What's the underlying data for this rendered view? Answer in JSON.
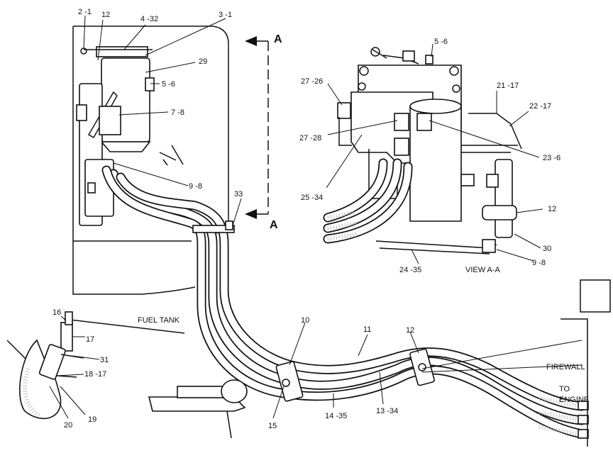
{
  "diagram": {
    "callouts": {
      "c_2_1": "2 -1",
      "c_12_top": "12",
      "c_4_32": "4 -32",
      "c_3_1": "3 -1",
      "c_29": "29",
      "c_5_6_left": "5 -6",
      "c_7_8": "7 -8",
      "c_9_8_left": "9 -8",
      "c_33": "33",
      "c_5_6_view": "5 -6",
      "c_27_26": "27 -26",
      "c_27_28": "27 -28",
      "c_25_34": "25 -34",
      "c_21_17": "21 -17",
      "c_22_17": "22 -17",
      "c_23_6": "23 -6",
      "c_12_view": "12",
      "c_30": "30",
      "c_9_8_view": "9 -8",
      "c_24_35": "24 -35",
      "c_16": "16",
      "c_17": "17",
      "c_31": "31",
      "c_18_17": "18 -17",
      "c_20": "20",
      "c_19": "19",
      "c_10": "10",
      "c_11": "11",
      "c_12_mid": "12",
      "c_15": "15",
      "c_14_35": "14 -35",
      "c_13_34": "13 -34"
    },
    "labels": {
      "section_a_top": "A",
      "section_a_bottom": "A",
      "view_aa": "VIEW A-A",
      "fuel_tank": "FUEL TANK",
      "firewall": "FIREWALL",
      "to_engine_1": "TO",
      "to_engine_2": "ENGINE"
    }
  }
}
